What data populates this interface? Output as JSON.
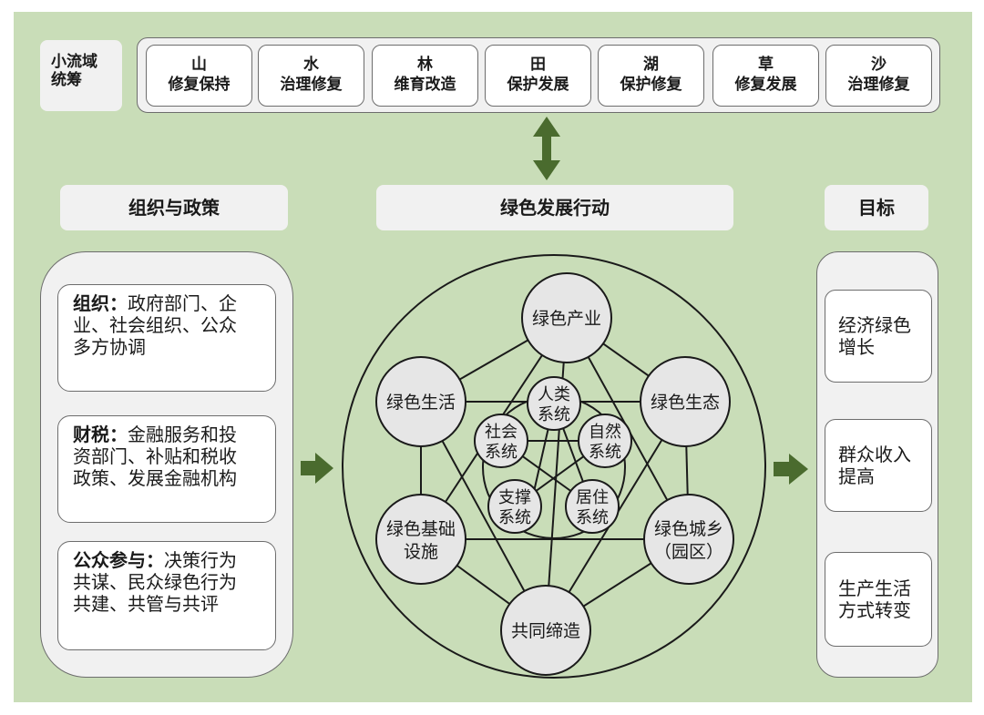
{
  "top": {
    "label": [
      "小流域",
      "统筹"
    ],
    "items": [
      {
        "head": "山",
        "sub": "修复保持"
      },
      {
        "head": "水",
        "sub": "治理修复"
      },
      {
        "head": "林",
        "sub": "维育改造"
      },
      {
        "head": "田",
        "sub": "保护发展"
      },
      {
        "head": "湖",
        "sub": "保护修复"
      },
      {
        "head": "草",
        "sub": "修复发展"
      },
      {
        "head": "沙",
        "sub": "治理修复"
      }
    ]
  },
  "headers": {
    "left": "组织与政策",
    "center": "绿色发展行动",
    "right": "目标"
  },
  "left_cards": [
    {
      "title": "组织",
      "colon": "：",
      "lines": [
        "政府部门、企",
        "业、社会组织、公众",
        "多方协调"
      ]
    },
    {
      "title": "财税",
      "colon": "：",
      "lines": [
        "金融服务和投",
        "资部门、补贴和税收",
        "政策、发展金融机构"
      ]
    },
    {
      "title": "公众参与",
      "colon": "：",
      "lines": [
        "决策行为",
        "共谋、民众绿色行为",
        "共建、共管与共评"
      ]
    }
  ],
  "right_cards": [
    {
      "lines": [
        "经济绿色",
        "增长"
      ]
    },
    {
      "lines": [
        "群众收入",
        "提高"
      ]
    },
    {
      "lines": [
        "生产生活",
        "方式转变"
      ]
    }
  ],
  "outer_nodes": [
    {
      "lines": [
        "绿色产业"
      ]
    },
    {
      "lines": [
        "绿色生态"
      ]
    },
    {
      "lines": [
        "绿色城乡",
        "（园区）"
      ]
    },
    {
      "lines": [
        "共同缔造"
      ]
    },
    {
      "lines": [
        "绿色基础",
        "设施"
      ]
    },
    {
      "lines": [
        "绿色生活"
      ]
    }
  ],
  "inner_nodes": [
    {
      "lines": [
        "人类",
        "系统"
      ]
    },
    {
      "lines": [
        "自然",
        "系统"
      ]
    },
    {
      "lines": [
        "居住",
        "系统"
      ]
    },
    {
      "lines": [
        "支撑",
        "系统"
      ]
    },
    {
      "lines": [
        "社会",
        "系统"
      ]
    }
  ],
  "colors": {
    "background": "#c9ddb8",
    "box": "#f1f1f1",
    "arrow": "#4a6b2e",
    "stroke": "#1a1a1a"
  }
}
